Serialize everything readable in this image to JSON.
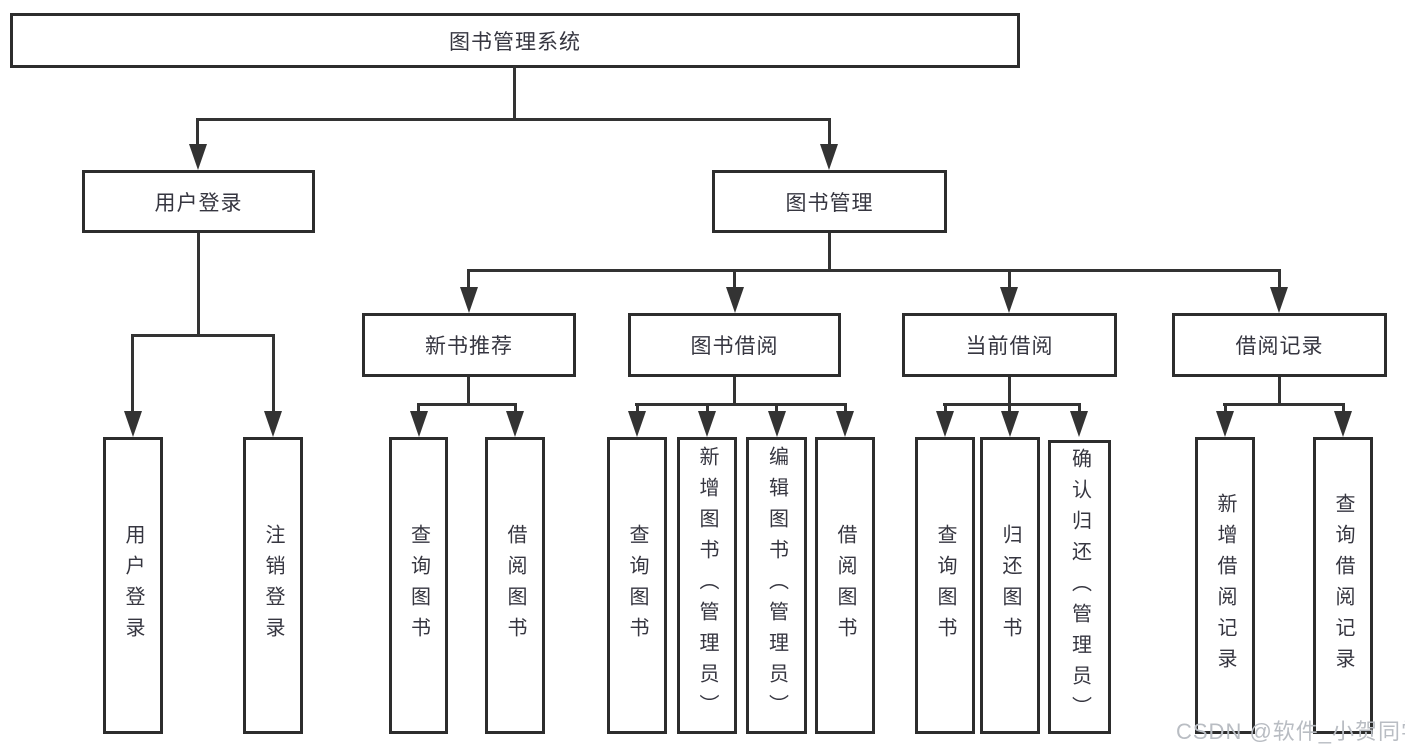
{
  "diagram": {
    "root": {
      "label": "图书管理系统"
    },
    "branches": [
      {
        "label": "用户登录",
        "children": [
          {
            "label": "用户登录"
          },
          {
            "label": "注销登录"
          }
        ]
      },
      {
        "label": "图书管理",
        "children": [
          {
            "label": "新书推荐",
            "children": [
              {
                "label": "查询图书"
              },
              {
                "label": "借阅图书"
              }
            ]
          },
          {
            "label": "图书借阅",
            "children": [
              {
                "label": "查询图书"
              },
              {
                "label": "新增图书（管理员）"
              },
              {
                "label": "编辑图书（管理员）"
              },
              {
                "label": "借阅图书"
              }
            ]
          },
          {
            "label": "当前借阅",
            "children": [
              {
                "label": "查询图书"
              },
              {
                "label": "归还图书"
              },
              {
                "label": "确认归还（管理员）"
              }
            ]
          },
          {
            "label": "借阅记录",
            "children": [
              {
                "label": "新增借阅记录"
              },
              {
                "label": "查询借阅记录"
              }
            ]
          }
        ]
      }
    ]
  },
  "watermark": {
    "text": "CSDN @软件_小贺同学"
  },
  "colors": {
    "line": "#333333",
    "box_border": "#2d2d2d",
    "text": "#363640",
    "watermark": "#b9bdc3",
    "background": "#ffffff"
  }
}
